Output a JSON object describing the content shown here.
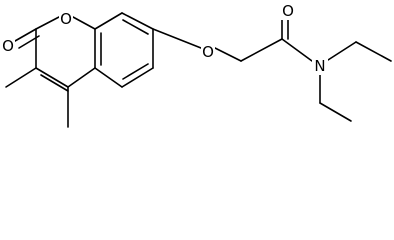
{
  "structure": {
    "colors": {
      "bond": "#000000",
      "label": "#000000",
      "background": "#ffffff"
    },
    "atoms": {
      "carbonyl_o_left": "O",
      "ring_o": "O",
      "ether_o": "O",
      "amide_o": "O",
      "amide_n": "N"
    }
  }
}
